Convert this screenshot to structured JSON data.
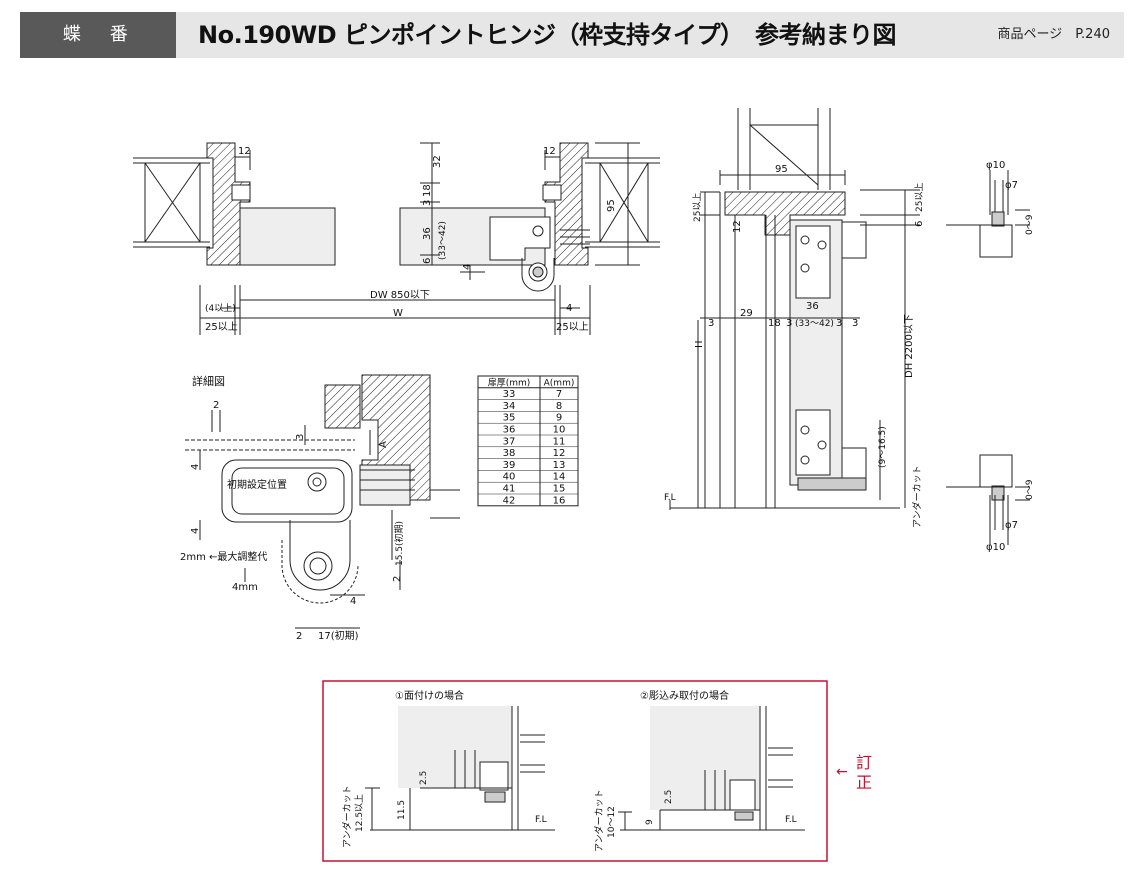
{
  "header": {
    "category": "蝶　番",
    "title": "No.190WD ピンポイントヒンジ（枠支持タイプ）　参考納まり図",
    "page_ref": "商品ページ　P.240"
  },
  "top_left": {
    "d12a": "12",
    "d12b": "12",
    "d32": "32",
    "d3": "3",
    "d18": "18",
    "d36": "36",
    "d33_42": "(33〜42)",
    "d6": "6",
    "d4": "4",
    "d95": "95",
    "dw": "DW 850以下",
    "w": "W",
    "min4": "(4以上)",
    "min25l": "25以上",
    "min25r": "25以上",
    "d4r": "4"
  },
  "detail": {
    "label": "詳細図",
    "d2": "2",
    "d3": "3",
    "a": "A",
    "d4a": "4",
    "d4b": "4",
    "init_pos": "初期設定位置",
    "max_adj": "2mm ←最大調整代",
    "arrow4": "4mm",
    "d15_5": "15.5(初期)",
    "d2v": "2",
    "d4h": "4",
    "d2h": "2",
    "d17": "17(初期)"
  },
  "table": {
    "headers": [
      "扉厚(mm)",
      "A(mm)"
    ],
    "rows": [
      [
        "33",
        "7"
      ],
      [
        "34",
        "8"
      ],
      [
        "35",
        "9"
      ],
      [
        "36",
        "10"
      ],
      [
        "37",
        "11"
      ],
      [
        "38",
        "12"
      ],
      [
        "39",
        "13"
      ],
      [
        "40",
        "14"
      ],
      [
        "41",
        "15"
      ],
      [
        "42",
        "16"
      ]
    ]
  },
  "elev": {
    "d95": "95",
    "d25a": "25以上",
    "d12": "12",
    "d36": "36",
    "d3a": "3",
    "d29": "29",
    "d18": "18",
    "d3b": "3",
    "d33_42": "(33〜42)",
    "d3c": "3",
    "d3d": "3",
    "h": "H",
    "dh": "DH 2200以下",
    "d9_16": "(9〜16.5)",
    "undercut": "アンダーカット",
    "fl": "F.L",
    "d25b": "25以上",
    "d6": "6"
  },
  "side": {
    "phi10a": "φ10",
    "phi7a": "φ7",
    "r09a": "0〜9",
    "r09b": "0〜9",
    "phi7b": "φ7",
    "phi10b": "φ10"
  },
  "correction": {
    "case1": "①面付けの場合",
    "case2": "②彫込み取付の場合",
    "uc1": "アンダーカット",
    "uc1v": "12.5以上",
    "d25a": "2.5",
    "d115": "11.5",
    "fl1": "F.L",
    "uc2": "アンダーカット",
    "uc2v": "10〜12",
    "d25b": "2.5",
    "d9": "9",
    "fl2": "F.L",
    "note_arrow": "←",
    "note1": "訂",
    "note2": "正"
  },
  "colors": {
    "header_bg": "#e6e6e6",
    "category_bg": "#595959",
    "box_border": "#c8102e",
    "note_color": "#c8102e"
  }
}
